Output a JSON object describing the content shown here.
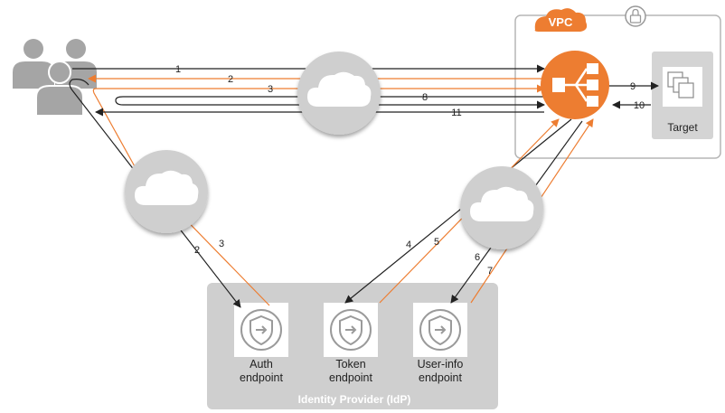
{
  "vpc": {
    "label": "VPC"
  },
  "target": {
    "label": "Target"
  },
  "idp": {
    "label": "Identity Provider (IdP)"
  },
  "endpoints": [
    {
      "line1": "Auth",
      "line2": "endpoint"
    },
    {
      "line1": "Token",
      "line2": "endpoint"
    },
    {
      "line1": "User-info",
      "line2": "endpoint"
    }
  ],
  "steps": [
    "1",
    "2",
    "3",
    "8",
    "11",
    "9",
    "10",
    "2",
    "3",
    "4",
    "5",
    "6",
    "7"
  ],
  "colors": {
    "orange": "#ED7D31",
    "dark": "#222222",
    "grey": "#c8c8c8",
    "icon_grey": "#a7a7a7"
  }
}
